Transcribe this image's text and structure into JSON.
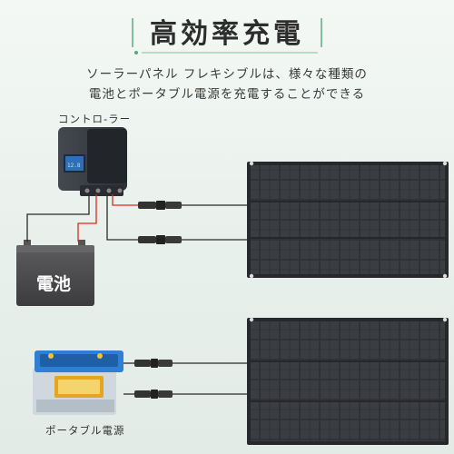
{
  "header": {
    "title": "高効率充電",
    "subtitle_line1": "ソーラーパネル フレキシブルは、様々な種類の",
    "subtitle_line2": "電池とポータブル電源を充電することができる"
  },
  "labels": {
    "controller": "コントロ-ラー",
    "battery": "電池",
    "portable_power": "ポータブル電源"
  },
  "colors": {
    "wire_red": "#d92b1e",
    "wire_black": "#2a2a2a",
    "panel": "#2b2d30",
    "controller_body": "#3b3e45",
    "battery_body": "#4a4a4c",
    "portable_body": "#2f7fd4"
  }
}
